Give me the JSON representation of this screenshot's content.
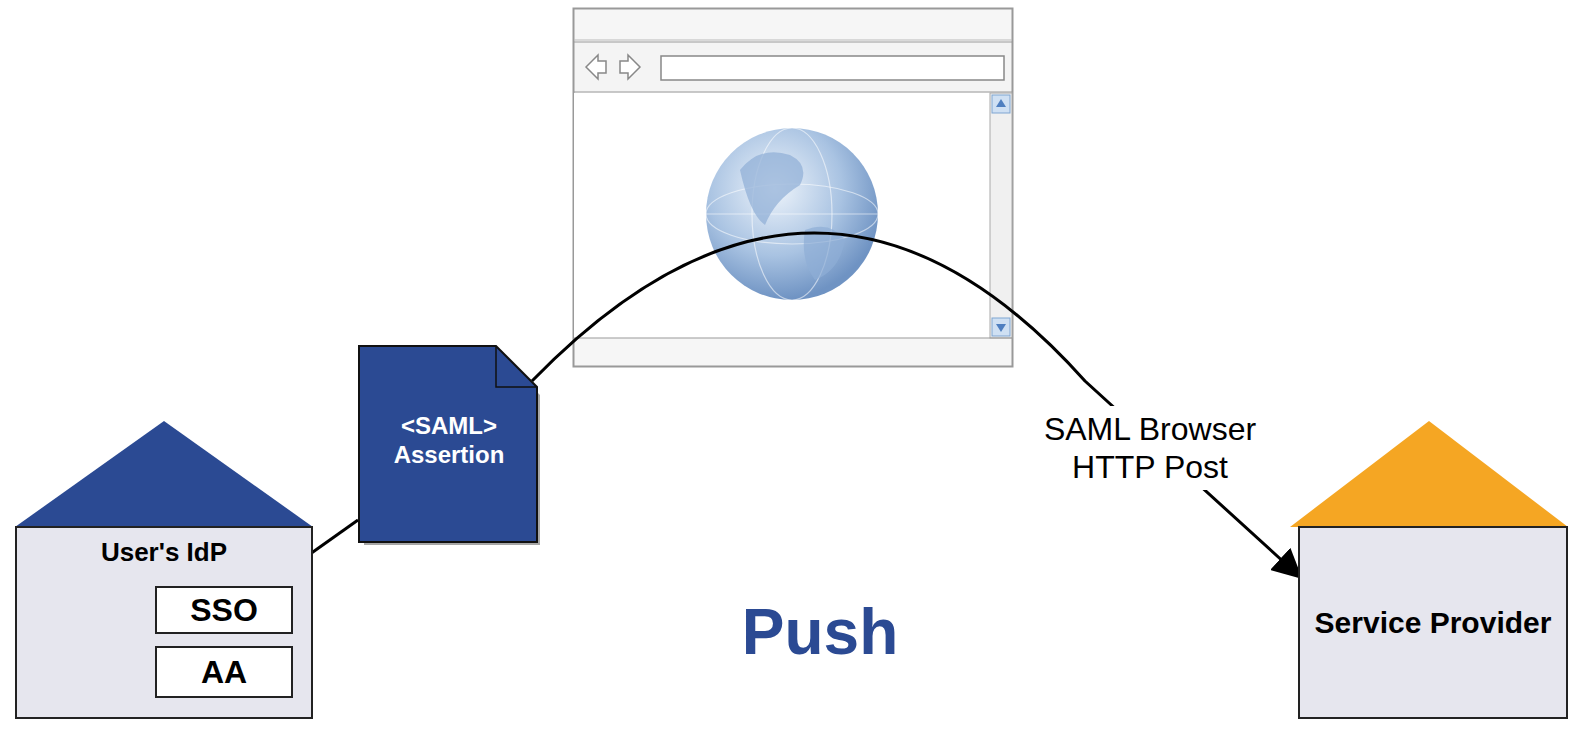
{
  "diagram": {
    "nodes": [
      {
        "text": [
          "User's IdP"
        ]
      },
      {
        "text": [
          "SSO"
        ],
        "in": 0
      },
      {
        "text": [
          "AA"
        ],
        "in": 0
      },
      {
        "text": [
          "<SAML> Assertion"
        ]
      },
      {
        "text": [
          "Service Provider"
        ]
      }
    ],
    "edges": [
      {
        "from": 1,
        "to": 3,
        "arrow": "none"
      },
      {
        "from": 3,
        "to": 4,
        "label": "SAML Browser HTTP Post",
        "arrow": "to"
      }
    ],
    "labels": [
      "Push"
    ]
  }
}
